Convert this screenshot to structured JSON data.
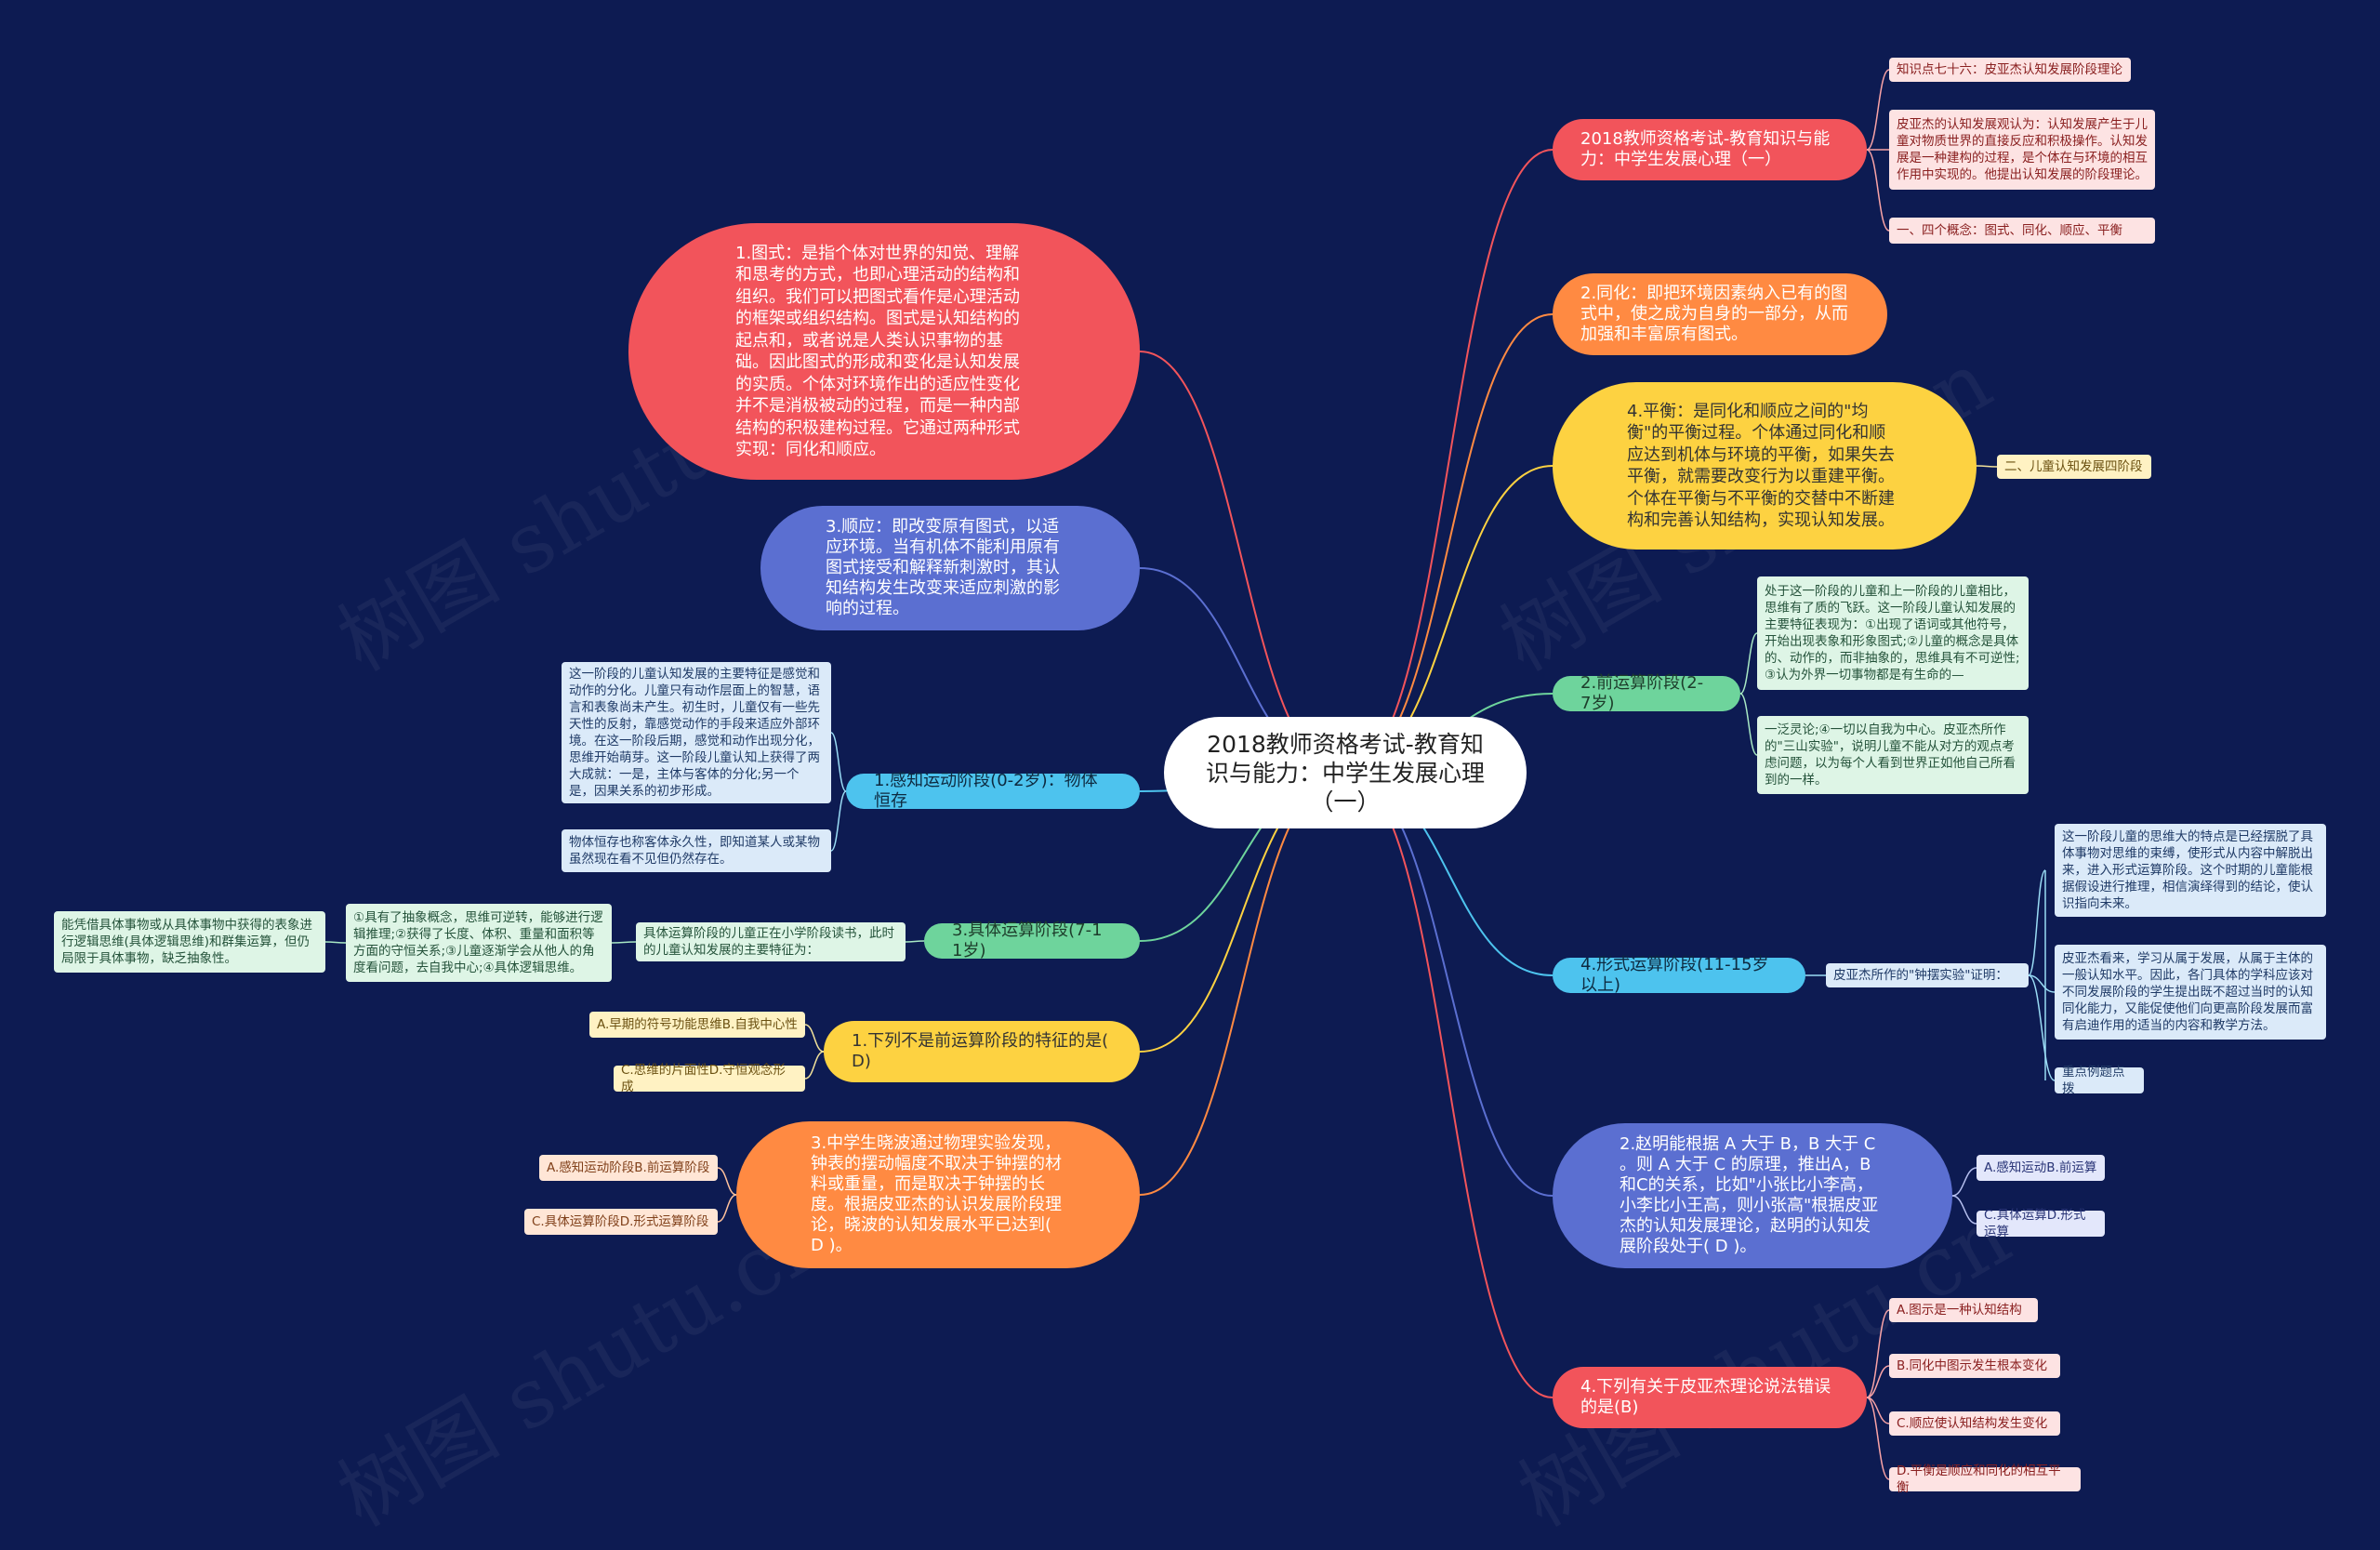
{
  "center": "2018教师资格考试-教育知识与能力：中学生发展心理（一）",
  "right": [
    {
      "label": "2018教师资格考试-教育知识与能力：中学生发展心理（一）",
      "notes": [
        "知识点七十六：皮亚杰认知发展阶段理论",
        "皮亚杰的认知发展观认为：认知发展产生于儿童对物质世界的直接反应和积极操作。认知发展是一种建构的过程，是个体在与环境的相互作用中实现的。他提出认知发展的阶段理论。",
        "一、四个概念：图式、同化、顺应、平衡"
      ]
    },
    {
      "label": "2.同化：即把环境因素纳入已有的图式中，使之成为自身的一部分，从而加强和丰富原有图式。",
      "notes": []
    },
    {
      "label": "4.平衡：是同化和顺应之间的\"均衡\"的平衡过程。个体通过同化和顺应达到机体与环境的平衡，如果失去平衡，就需要改变行为以重建平衡。个体在平衡与不平衡的交替中不断建构和完善认知结构，实现认知发展。",
      "notes": [
        "二、儿童认知发展四阶段"
      ]
    },
    {
      "label": "2.前运算阶段(2-7岁)",
      "notes": [
        "处于这一阶段的儿童和上一阶段的儿童相比，思维有了质的飞跃。这一阶段儿童认知发展的主要特征表现为：①出现了语词或其他符号，开始出现表象和形象图式;②儿童的概念是具体的、动作的，而非抽象的，思维具有不可逆性;③认为外界一切事物都是有生命的—",
        "一泛灵论;④一切以自我为中心。皮亚杰所作的\"三山实验\"，说明儿童不能从对方的观点考虑问题，以为每个人看到世界正如他自己所看到的一样。"
      ]
    },
    {
      "label": "4.形式运算阶段(11-15岁以上)",
      "sub": "皮亚杰所作的\"钟摆实验\"证明：",
      "notes": [
        "这一阶段儿童的思维大的特点是已经摆脱了具体事物对思维的束缚，使形式从内容中解脱出来，进入形式运算阶段。这个时期的儿童能根据假设进行推理，相信演绎得到的结论，使认识指向未来。",
        "皮亚杰看来，学习从属于发展，从属于主体的一般认知水平。因此，各门具体的学科应该对不同发展阶段的学生提出既不超过当时的认知同化能力，又能促使他们向更高阶段发展而富有启迪作用的适当的内容和教学方法。",
        "重点例题点拨"
      ]
    },
    {
      "label": "2.赵明能根据 A 大于 B，B 大于 C 。则 A 大于 C 的原理，推出A，B 和C的关系，比如\"小张比小李高，小李比小王高，则小张高\"根据皮亚杰的认知发展理论，赵明的认知发展阶段处于( D )。",
      "notes": [
        "A.感知运动B.前运算",
        "C.具体运算D.形式运算"
      ]
    },
    {
      "label": "4.下列有关于皮亚杰理论说法错误的是(B)",
      "notes": [
        "A.图示是一种认知结构",
        "B.同化中图示发生根本变化",
        "C.顺应使认知结构发生变化",
        "D.平衡是顺应和同化的相互平衡"
      ]
    }
  ],
  "left": [
    {
      "label": "1.图式：是指个体对世界的知觉、理解和思考的方式，也即心理活动的结构和组织。我们可以把图式看作是心理活动的框架或组织结构。图式是认知结构的起点和，或者说是人类认识事物的基础。因此图式的形成和变化是认知发展的实质。个体对环境作出的适应性变化并不是消极被动的过程，而是一种内部结构的积极建构过程。它通过两种形式实现：同化和顺应。",
      "notes": []
    },
    {
      "label": "3.顺应：即改变原有图式，以适应环境。当有机体不能利用原有图式接受和解释新刺激时，其认知结构发生改变来适应刺激的影响的过程。",
      "notes": []
    },
    {
      "label": "1.感知运动阶段(0-2岁)：物体恒存",
      "notes": [
        "这一阶段的儿童认知发展的主要特征是感觉和动作的分化。儿童只有动作层面上的智慧，语言和表象尚未产生。初生时，儿童仅有一些先天性的反射，靠感觉动作的手段来适应外部环境。在这一阶段后期，感觉和动作出现分化，思维开始萌芽。这一阶段儿童认知上获得了两大成就：一是，主体与客体的分化;另一个是，因果关系的初步形成。",
        "物体恒存也称客体永久性，即知道某人或某物虽然现在看不见但仍然存在。"
      ]
    },
    {
      "label": "3.具体运算阶段(7-11岁)",
      "sub": "具体运算阶段的儿童正在小学阶段读书，此时的儿童认知发展的主要特征为：",
      "notes": [
        "①具有了抽象概念，思维可逆转，能够进行逻辑推理;②获得了长度、体积、重量和面积等方面的守恒关系;③儿童逐渐学会从他人的角度看问题，去自我中心;④具体逻辑思维。",
        "能凭借具体事物或从具体事物中获得的表象进行逻辑思维(具体逻辑思维)和群集运算，但仍局限于具体事物，缺乏抽象性。"
      ]
    },
    {
      "label": "1.下列不是前运算阶段的特征的是( D)",
      "notes": [
        "A.早期的符号功能思维B.自我中心性",
        "C.思维的片面性D.守恒观念形成"
      ]
    },
    {
      "label": "3.中学生晓波通过物理实验发现，钟表的摆动幅度不取决于钟摆的材料或重量，而是取决于钟摆的长度。根据皮亚杰的认识发展阶段理论，晓波的认知发展水平已达到( D )。",
      "notes": [
        "A.感知运动阶段B.前运算阶段",
        "C.具体运算阶段D.形式运算阶段"
      ]
    }
  ],
  "watermarks": [
    "树图 shutu.cn",
    "树图 shutu.cn",
    "树图 shutu.cn",
    "树图 shutu.cn"
  ],
  "colors": {
    "background": "#0d1b52",
    "red": "#f2545b",
    "orange": "#ff8a42",
    "yellow": "#fdd241",
    "green": "#6ed49c",
    "blue": "#5b6fd1",
    "cyan": "#4dc3ee"
  }
}
